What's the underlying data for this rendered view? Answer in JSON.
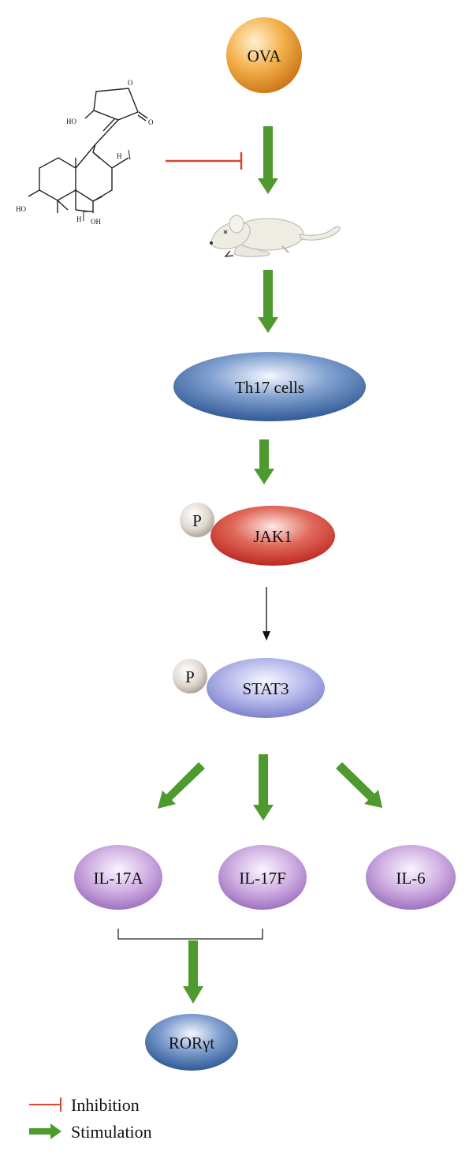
{
  "nodes": {
    "ova": "OVA",
    "th17": "Th17 cells",
    "jak1": "JAK1",
    "stat3": "STAT3",
    "il17a": "IL-17A",
    "il17f": "IL-17F",
    "il6": "IL-6",
    "rorgt": "RORγt",
    "phospho": "P"
  },
  "molecule": {
    "atoms": {
      "ring_o": "O",
      "carbonyl_o": "O",
      "ho_top": "HO",
      "h_right": "H",
      "ho_left": "HO",
      "h_bottom": "H",
      "oh_bottom": "OH"
    }
  },
  "legend": {
    "inhibition": "Inhibition",
    "stimulation": "Stimulation"
  },
  "colors": {
    "ova": "#e8952a",
    "th17": "#2f5f9e",
    "jak1": "#cc2a24",
    "stat3": "#7a7fcf",
    "interleukin": "#a77cc8",
    "rorgt": "#2f5f9e",
    "phospho": "#cfc6bc",
    "stimulation_arrow": "#4e9a2e",
    "inhibition_line": "#d8452f",
    "plain_arrow": "#111111"
  }
}
